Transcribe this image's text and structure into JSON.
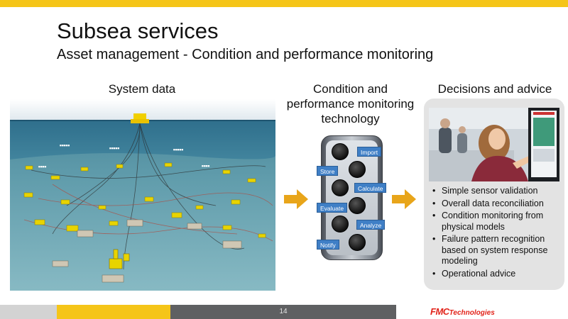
{
  "header": {
    "title": "Subsea services",
    "subtitle": "Asset management - Condition and performance monitoring"
  },
  "columns": {
    "system": "System data",
    "technology": [
      "Condition and",
      "performance monitoring",
      "technology"
    ],
    "decisions": "Decisions and advice"
  },
  "technology_steps": {
    "import": "Import",
    "store": "Store",
    "calculate": "Calculate",
    "evaluate": "Evaluate",
    "analyze": "Analyze",
    "notify": "Notify"
  },
  "bullets": [
    "Simple sensor validation",
    "Overall data reconciliation",
    "Condition monitoring from physical models",
    "Failure pattern recognition based on system response modeling",
    "Operational advice"
  ],
  "footer": {
    "page_number": "14",
    "logo_fmc": "FMC",
    "logo_tech": "Technologies"
  },
  "colors": {
    "accent_yellow": "#f5c518",
    "footer_gray": "#5f6062",
    "brand_red": "#e2231a",
    "tag_blue": "#3f7fc6"
  }
}
